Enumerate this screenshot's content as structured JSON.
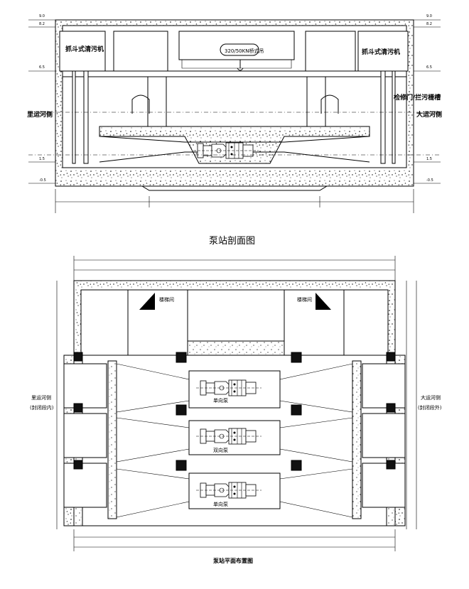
{
  "section": {
    "title": "泵站剖面图",
    "crane_label": "320/50KN桥式吊",
    "left_machine": "抓斗式清污机",
    "right_machine": "抓斗式清污机",
    "gate_label": "检修门/拦污栅槽",
    "left_side": "里运河侧",
    "right_side": "大运河侧",
    "levels_left": [
      "9.0",
      "8.2",
      "6.5",
      "1.5",
      "-0.5"
    ],
    "levels_right": [
      "9.0",
      "8.2",
      "6.5",
      "1.5",
      "-0.5"
    ]
  },
  "plan": {
    "title": "泵站平面布置图",
    "stair_left": "楼梯间",
    "stair_right": "楼梯间",
    "left_side": "里运河侧",
    "left_side_sub": "(封闭段内)",
    "right_side": "大运河侧",
    "right_side_sub": "(封闭段外)",
    "pump_labels": [
      "单向泵",
      "双向泵",
      "单向泵"
    ]
  }
}
